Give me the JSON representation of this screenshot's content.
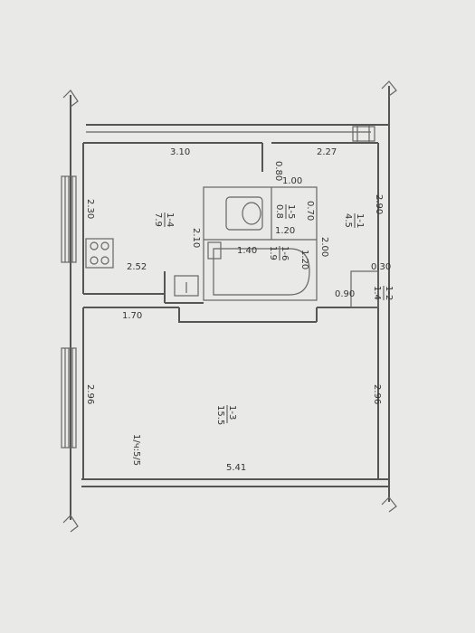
{
  "rooms": [
    {
      "code": "1-1",
      "area": "4.5"
    },
    {
      "code": "1-2",
      "area": "1.4"
    },
    {
      "code": "1-3",
      "area": "15.5"
    },
    {
      "code": "1-4",
      "area": "7.9"
    },
    {
      "code": "1-5",
      "area": "0.8"
    },
    {
      "code": "1-6",
      "area": "1.9"
    }
  ],
  "dimensions": {
    "d310": "3.10",
    "d227": "2.27",
    "d080": "0.80",
    "d100": "1.00",
    "d290": "2.90",
    "d230": "2.30",
    "d070": "0.70",
    "d120a": "1.20",
    "d200": "2.00",
    "d210": "2.10",
    "d140": "1.40",
    "d120b": "1.20",
    "d252": "2.52",
    "d030": "0.30",
    "d090": "0.90",
    "d170": "1.70",
    "d296l": "2.96",
    "d296r": "2.96",
    "d541": "5.41"
  },
  "annotation": "1/ч:5/5"
}
